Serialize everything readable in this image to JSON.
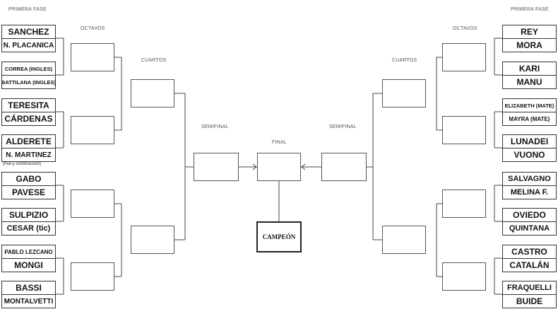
{
  "labels": {
    "primera_fase_left": "PRIMERA FASE",
    "primera_fase_right": "PRIMERA FASE",
    "octavos_left": "OCTAVOS",
    "octavos_right": "OCTAVOS",
    "cuartos_left": "CUARTOS",
    "cuartos_right": "CUARTOS",
    "semifinal_left": "SEMIFINAL",
    "semifinal_right": "SEMIFINAL",
    "final": "FINAL",
    "campeon": "CAMPEÓN"
  },
  "left_players": [
    "SANCHEZ",
    "N. PLACANICA",
    "CORREA (INGLES)",
    "BATTILANA (INGLES)",
    "TERESITA",
    "CÁRDENAS",
    "ALDERETE",
    "N. MARTINEZ",
    "GABO",
    "PAVESE",
    "SULPIZIO",
    "CESAR (tic)",
    "PABLO LEZCANO",
    "MONGI",
    "BASSI",
    "MONTALVETTI"
  ],
  "left_notes": {
    "martinez_note": "(mat y construccion)"
  },
  "right_players": [
    "REY",
    "MORA",
    "KARI",
    "MANU",
    "ELIZABETH (MATE)",
    "MAYRA (MATE)",
    "LUNADEI",
    "VUONO",
    "SALVAGNO",
    "MELINA F.",
    "OVIEDO",
    "QUINTANA",
    "CASTRO",
    "CATALÁN",
    "FRAQUELLI",
    "BUIDE"
  ]
}
